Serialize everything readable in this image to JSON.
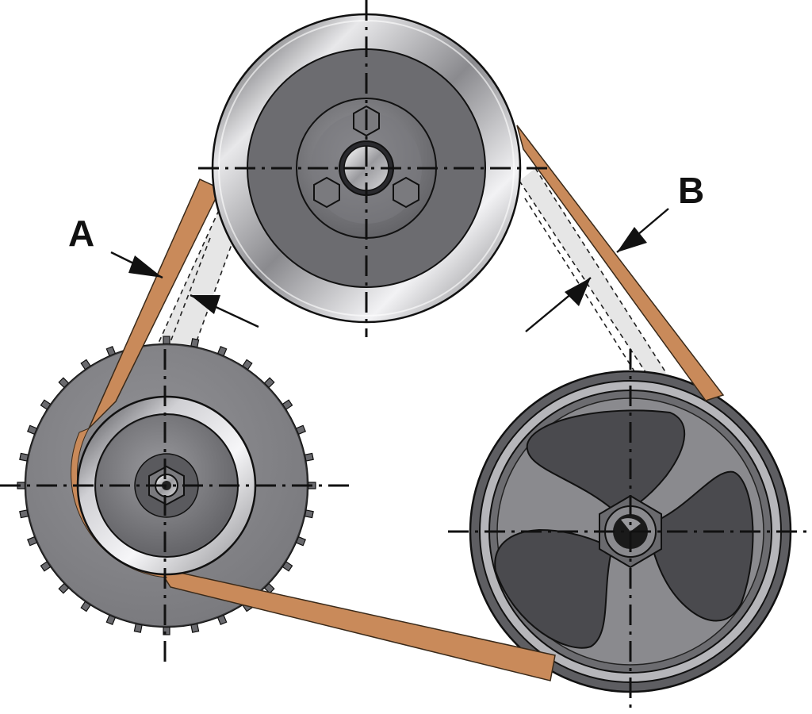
{
  "labels": {
    "a": "A",
    "b": "B"
  },
  "colors": {
    "belt": "#c98a5a",
    "pulley_dark": "#5a5a5e",
    "pulley_mid": "#7c7c80",
    "pulley_light": "#b8b8bc",
    "fan_blade": "#4a4a4e",
    "ghost_fill": "#e6e6e6"
  },
  "parts": {
    "top_pulley": "idler-pulley",
    "left_pulley": "crankshaft-pulley",
    "right_pulley": "fan-pulley",
    "belt": "drive-belt"
  }
}
